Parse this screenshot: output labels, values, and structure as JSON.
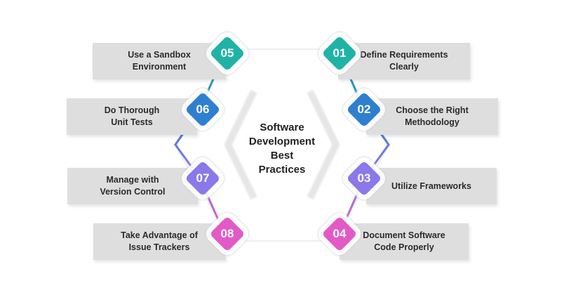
{
  "center": {
    "title": "Software\nDevelopment\nBest\nPractices"
  },
  "items": [
    {
      "number": "01",
      "label": "Define Requirements\nClearly",
      "color": "#1fb3a6"
    },
    {
      "number": "02",
      "label": "Choose the Right\nMethodology",
      "color": "#2f7fd0"
    },
    {
      "number": "03",
      "label": "Utilize Frameworks",
      "color": "#8b78ea"
    },
    {
      "number": "04",
      "label": "Document Software\nCode Properly",
      "color": "#e25ac6"
    },
    {
      "number": "05",
      "label": "Use a Sandbox\nEnvironment",
      "color": "#1fb3a6"
    },
    {
      "number": "06",
      "label": "Do Thorough\nUnit Tests",
      "color": "#2f7fd0"
    },
    {
      "number": "07",
      "label": "Manage with\nVersion Control",
      "color": "#8b78ea"
    },
    {
      "number": "08",
      "label": "Take Advantage of\nIssue Trackers",
      "color": "#e25ac6"
    }
  ]
}
